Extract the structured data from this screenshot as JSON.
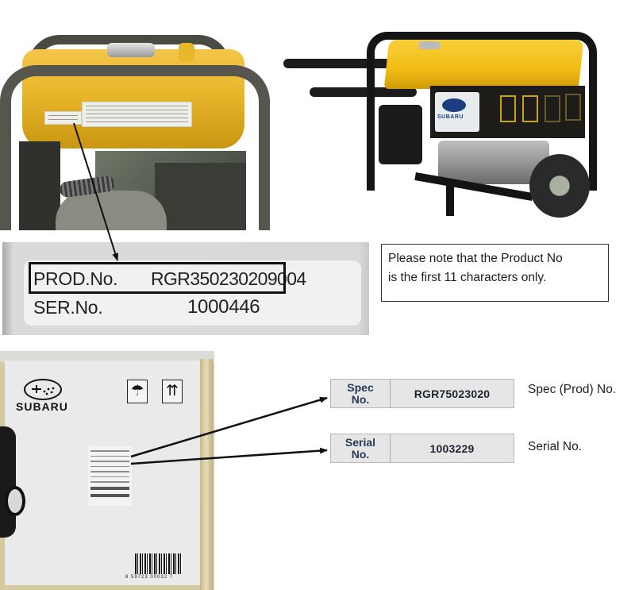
{
  "photos": {
    "top_closeup": {
      "description": "Generator fuel tank top with rating label"
    },
    "product": {
      "brand_logo_text": "SUBARU"
    },
    "box": {
      "brand_text": "SUBARU",
      "icons": [
        "umbrella-keep-dry-icon",
        "this-way-up-icon"
      ],
      "barcode_number": "8  59723  00032  7"
    }
  },
  "label_zoom": {
    "prod_label": "PROD.No.",
    "prod_value": "RGR350230209004",
    "ser_label": "SER.No.",
    "ser_value": "1000446"
  },
  "note": {
    "line1": "Please note that the Product No",
    "line2": "is the first 11 characters only."
  },
  "box_labels": {
    "spec": {
      "key_line1": "Spec",
      "key_line2": "No.",
      "value": "RGR75023020",
      "caption": "Spec (Prod) No."
    },
    "serial": {
      "key_line1": "Serial",
      "key_line2": "No.",
      "value": "1003229",
      "caption": "Serial No."
    }
  },
  "colors": {
    "generator_yellow": "#f2bd14",
    "frame_black": "#151515",
    "label_bg": "#f1f1f1",
    "highlight_border": "#111111",
    "spec_label_text": "#2a3a55"
  }
}
